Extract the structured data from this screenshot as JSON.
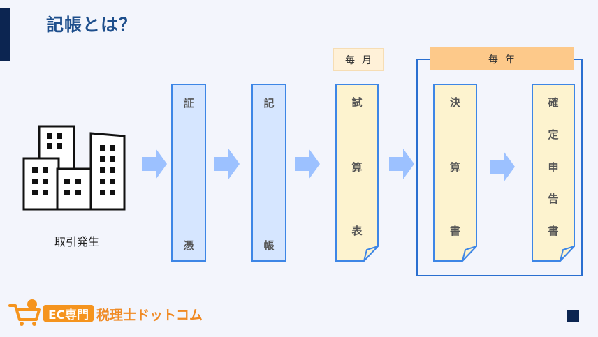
{
  "title": "記帳とは？",
  "tags": {
    "monthly": "毎月",
    "yearly": "毎年"
  },
  "source_label": "取引発生",
  "documents": [
    {
      "top": "証",
      "bottom": "憑"
    },
    {
      "top": "記",
      "bottom": "帳"
    },
    {
      "chars": [
        "試",
        "算",
        "表"
      ]
    },
    {
      "chars": [
        "決",
        "算",
        "書"
      ]
    },
    {
      "chars": [
        "確",
        "定",
        "申",
        "告",
        "書"
      ]
    }
  ],
  "logo": {
    "badge": "EC専門",
    "text": "税理士ドットコム"
  },
  "colors": {
    "accent": "#0c2551",
    "title": "#1d4e8c",
    "border": "#3d86e6",
    "arrow": "#9cc1ff",
    "yearly_tag": "#fdc98a"
  }
}
